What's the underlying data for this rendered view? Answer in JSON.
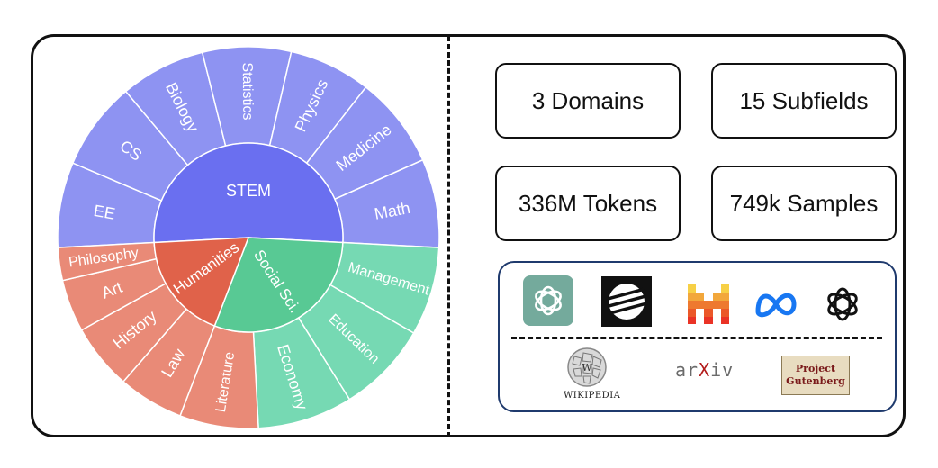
{
  "sunburst": {
    "inner": [
      {
        "label": "STEM",
        "color": "#6a6ff0",
        "start": -93,
        "end": 93
      },
      {
        "label": "Social Sci.",
        "color": "#58c994",
        "start": 93,
        "end": 201
      },
      {
        "label": "Humanities",
        "color": "#e0624a",
        "start": 201,
        "end": 267
      }
    ],
    "outer": [
      {
        "label": "EE",
        "parent": 0,
        "start": -93,
        "end": -67
      },
      {
        "label": "CS",
        "parent": 0,
        "start": -67,
        "end": -40
      },
      {
        "label": "Biology",
        "parent": 0,
        "start": -40,
        "end": -14
      },
      {
        "label": "Statistics",
        "parent": 0,
        "start": -14,
        "end": 13
      },
      {
        "label": "Physics",
        "parent": 0,
        "start": 13,
        "end": 38
      },
      {
        "label": "Medicine",
        "parent": 0,
        "start": 38,
        "end": 66
      },
      {
        "label": "Math",
        "parent": 0,
        "start": 66,
        "end": 93
      },
      {
        "label": "Management",
        "parent": 1,
        "start": 93,
        "end": 120
      },
      {
        "label": "Education",
        "parent": 1,
        "start": 120,
        "end": 148
      },
      {
        "label": "Economy",
        "parent": 1,
        "start": 148,
        "end": 177
      },
      {
        "label": "Literature",
        "parent": 2,
        "start": 177,
        "end": 201
      },
      {
        "label": "Law",
        "parent": 2,
        "start": 201,
        "end": 221
      },
      {
        "label": "History",
        "parent": 2,
        "start": 221,
        "end": 241
      },
      {
        "label": "Art",
        "parent": 2,
        "start": 241,
        "end": 257
      },
      {
        "label": "Philosophy",
        "parent": 2,
        "start": 257,
        "end": 267
      }
    ],
    "outer_colors": [
      "#8e93f2",
      "#76d9b3",
      "#e98a77"
    ]
  },
  "stats": [
    "3 Domains",
    "15 Subfields",
    "336M Tokens",
    "749k Samples"
  ],
  "sources": {
    "wikipedia_label": "WIKIPEDIA",
    "arxiv_a": "ar",
    "arxiv_x": "X",
    "arxiv_b": "iv",
    "gutenberg_line1": "Project",
    "gutenberg_line2": "Gutenberg"
  }
}
